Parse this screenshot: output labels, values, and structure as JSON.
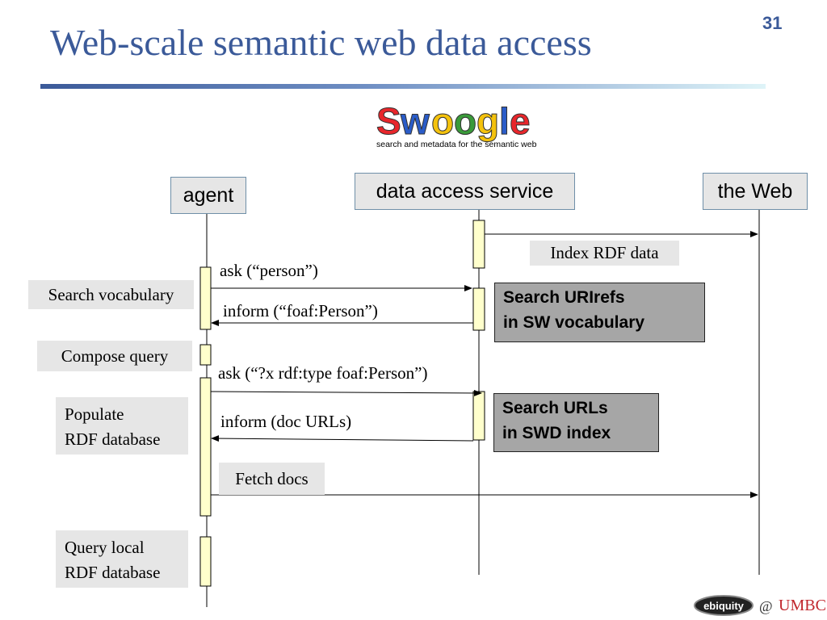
{
  "slide": {
    "title": "Web-scale semantic web data access",
    "number": "31"
  },
  "logo": {
    "letters": [
      "S",
      "w",
      "o",
      "o",
      "g",
      "l",
      "e"
    ],
    "tagline": "search and metadata for the semantic web"
  },
  "lifelines": {
    "agent": "agent",
    "service": "data access service",
    "web": "the Web"
  },
  "messages": {
    "index_rdf": "Index RDF data",
    "ask_person": "ask (“person”)",
    "inform_person": "inform (“foaf:Person”)",
    "ask_query": "ask (“?x rdf:type foaf:Person”)",
    "inform_urls": "inform (doc URLs)",
    "fetch_docs": "Fetch docs"
  },
  "agent_steps": {
    "search_vocabulary": "Search vocabulary",
    "compose_query": "Compose query",
    "populate_line1": "Populate",
    "populate_line2": "RDF database",
    "query_line1": "Query local",
    "query_line2": "RDF database"
  },
  "service_steps": {
    "search_urirefs_line1": "Search URIrefs",
    "search_urirefs_line2": "in SW vocabulary",
    "search_urls_line1": "Search URLs",
    "search_urls_line2": "in SWD index"
  },
  "footer": {
    "ebiquity": "ebiquity",
    "at": "@",
    "umbc": "UMBC"
  },
  "colors": {
    "title": "#3b5a99",
    "activation": "#ffffcc",
    "label_bg": "#e6e6e6",
    "dark_box_bg": "#a6a6a6"
  }
}
